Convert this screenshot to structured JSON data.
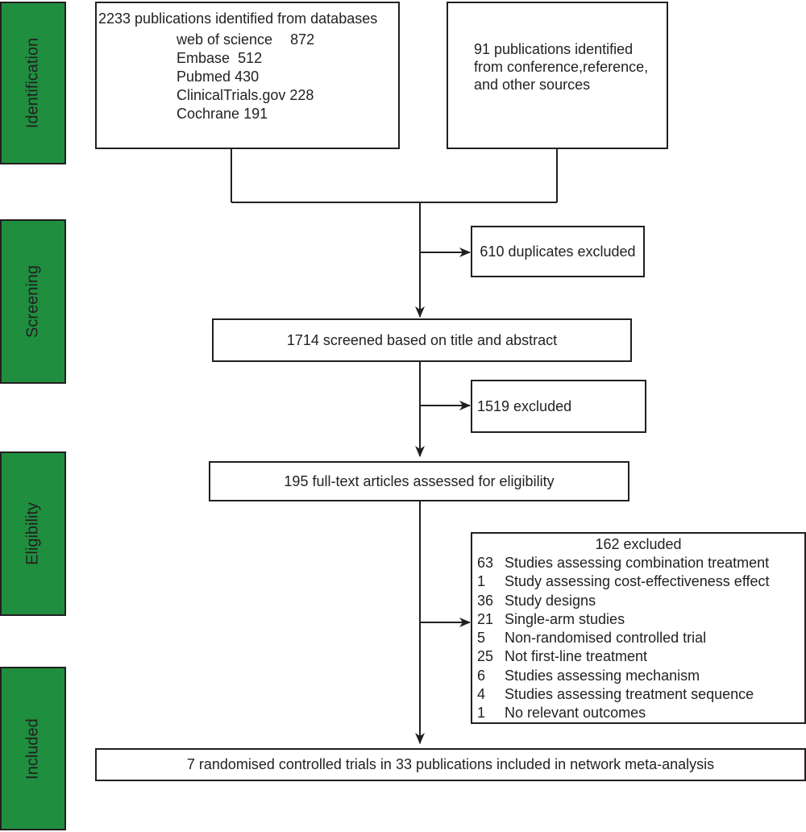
{
  "phases": {
    "identification": "Identification",
    "screening": "Screening",
    "eligibility": "Eligibility",
    "included": "Included"
  },
  "databases_box": {
    "title": "2233 publications identified from databases",
    "sources": [
      {
        "name": "web of science",
        "count": "872"
      },
      {
        "name": "Embase",
        "count": "512"
      },
      {
        "name": "Pubmed",
        "count": "430"
      },
      {
        "name": "ClinicalTrials.gov",
        "count": "228"
      },
      {
        "name": "Cochrane",
        "count": "191"
      }
    ]
  },
  "other_sources_box": {
    "lines": [
      "91 publications identified",
      "from conference,reference,",
      "and other sources"
    ]
  },
  "duplicates_box": "610 duplicates excluded",
  "screened_box": "1714 screened based on title and abstract",
  "screen_excluded_box": "1519 excluded",
  "fulltext_box": "195 full-text articles assessed for eligibility",
  "fulltext_excluded_box": {
    "title": "162 excluded",
    "reasons": [
      {
        "n": "63",
        "reason": "Studies assessing combination treatment"
      },
      {
        "n": "1",
        "reason": "Study assessing cost-effectiveness effect"
      },
      {
        "n": "36",
        "reason": "Study designs"
      },
      {
        "n": "21",
        "reason": "Single-arm studies"
      },
      {
        "n": "5",
        "reason": "Non-randomised controlled trial"
      },
      {
        "n": "25",
        "reason": "Not first-line treatment"
      },
      {
        "n": "6",
        "reason": "Studies assessing mechanism"
      },
      {
        "n": "4",
        "reason": "Studies assessing treatment sequence"
      },
      {
        "n": "1",
        "reason": "No relevant outcomes"
      }
    ]
  },
  "included_box": "7 randomised controlled trials in 33 publications included in network meta-analysis",
  "colors": {
    "phase_fill": "#1f8e3f",
    "stroke": "#231f20",
    "box_fill": "#ffffff"
  }
}
